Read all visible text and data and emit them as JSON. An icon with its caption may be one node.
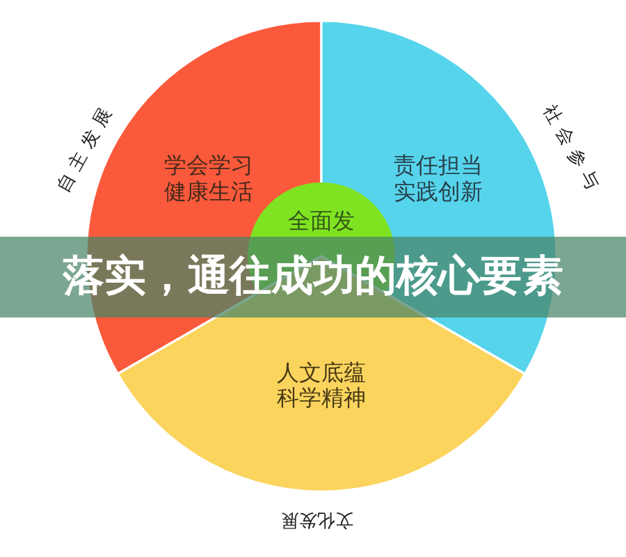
{
  "diagram": {
    "title": "落实，通往成功的核心要素",
    "nodes": [
      {
        "text": [
          "学会学习",
          "健康生活"
        ],
        "beside": [
          "自主发展"
        ]
      },
      {
        "text": [
          "责任担当",
          "实践创新"
        ],
        "beside": [
          "社会参与"
        ]
      },
      {
        "text": [
          "全面发"
        ]
      },
      {
        "text": [
          "人文底蕴",
          "科学精神"
        ],
        "beside": [
          "文化发展"
        ]
      }
    ]
  }
}
